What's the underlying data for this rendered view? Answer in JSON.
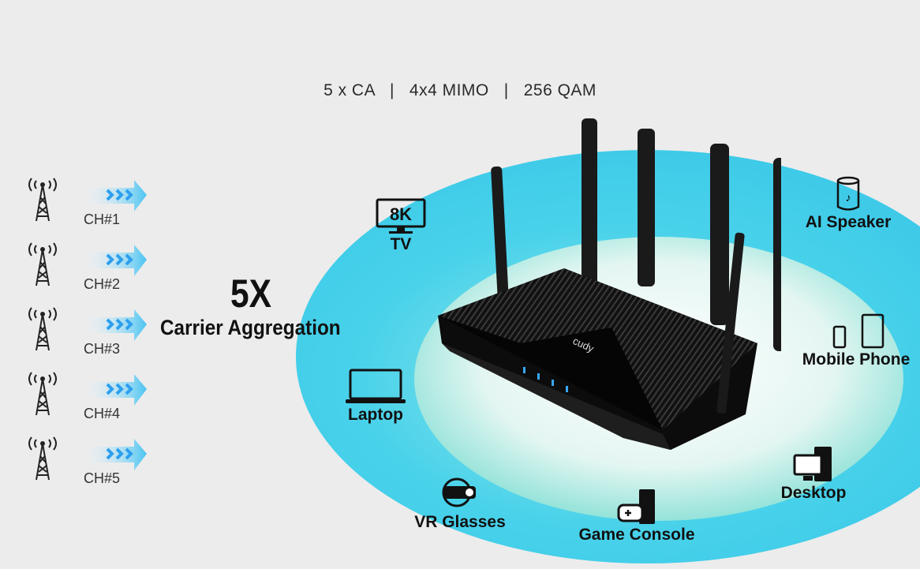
{
  "header": {
    "specs": "5 x CA   |   4x4 MIMO   |   256 QAM"
  },
  "channels": [
    {
      "label": "CH#1"
    },
    {
      "label": "CH#2"
    },
    {
      "label": "CH#3"
    },
    {
      "label": "CH#4"
    },
    {
      "label": "CH#5"
    }
  ],
  "feature": {
    "multiplier": "5X",
    "title": "Carrier Aggregation"
  },
  "router": {
    "brand": "cudy"
  },
  "devices": {
    "tv": {
      "label": "TV",
      "screen_text": "8K"
    },
    "ai_speaker": {
      "label": "AI Speaker"
    },
    "mobile_phone": {
      "label": "Mobile Phone"
    },
    "laptop": {
      "label": "Laptop"
    },
    "desktop": {
      "label": "Desktop"
    },
    "vr_glasses": {
      "label": "VR Glasses"
    },
    "game_console": {
      "label": "Game Console"
    }
  },
  "colors": {
    "background": "#ececec",
    "ellipse_outer": "#3fd0e6",
    "ellipse_inner": "#7fe0d6",
    "arrow": "#35b9f0"
  }
}
